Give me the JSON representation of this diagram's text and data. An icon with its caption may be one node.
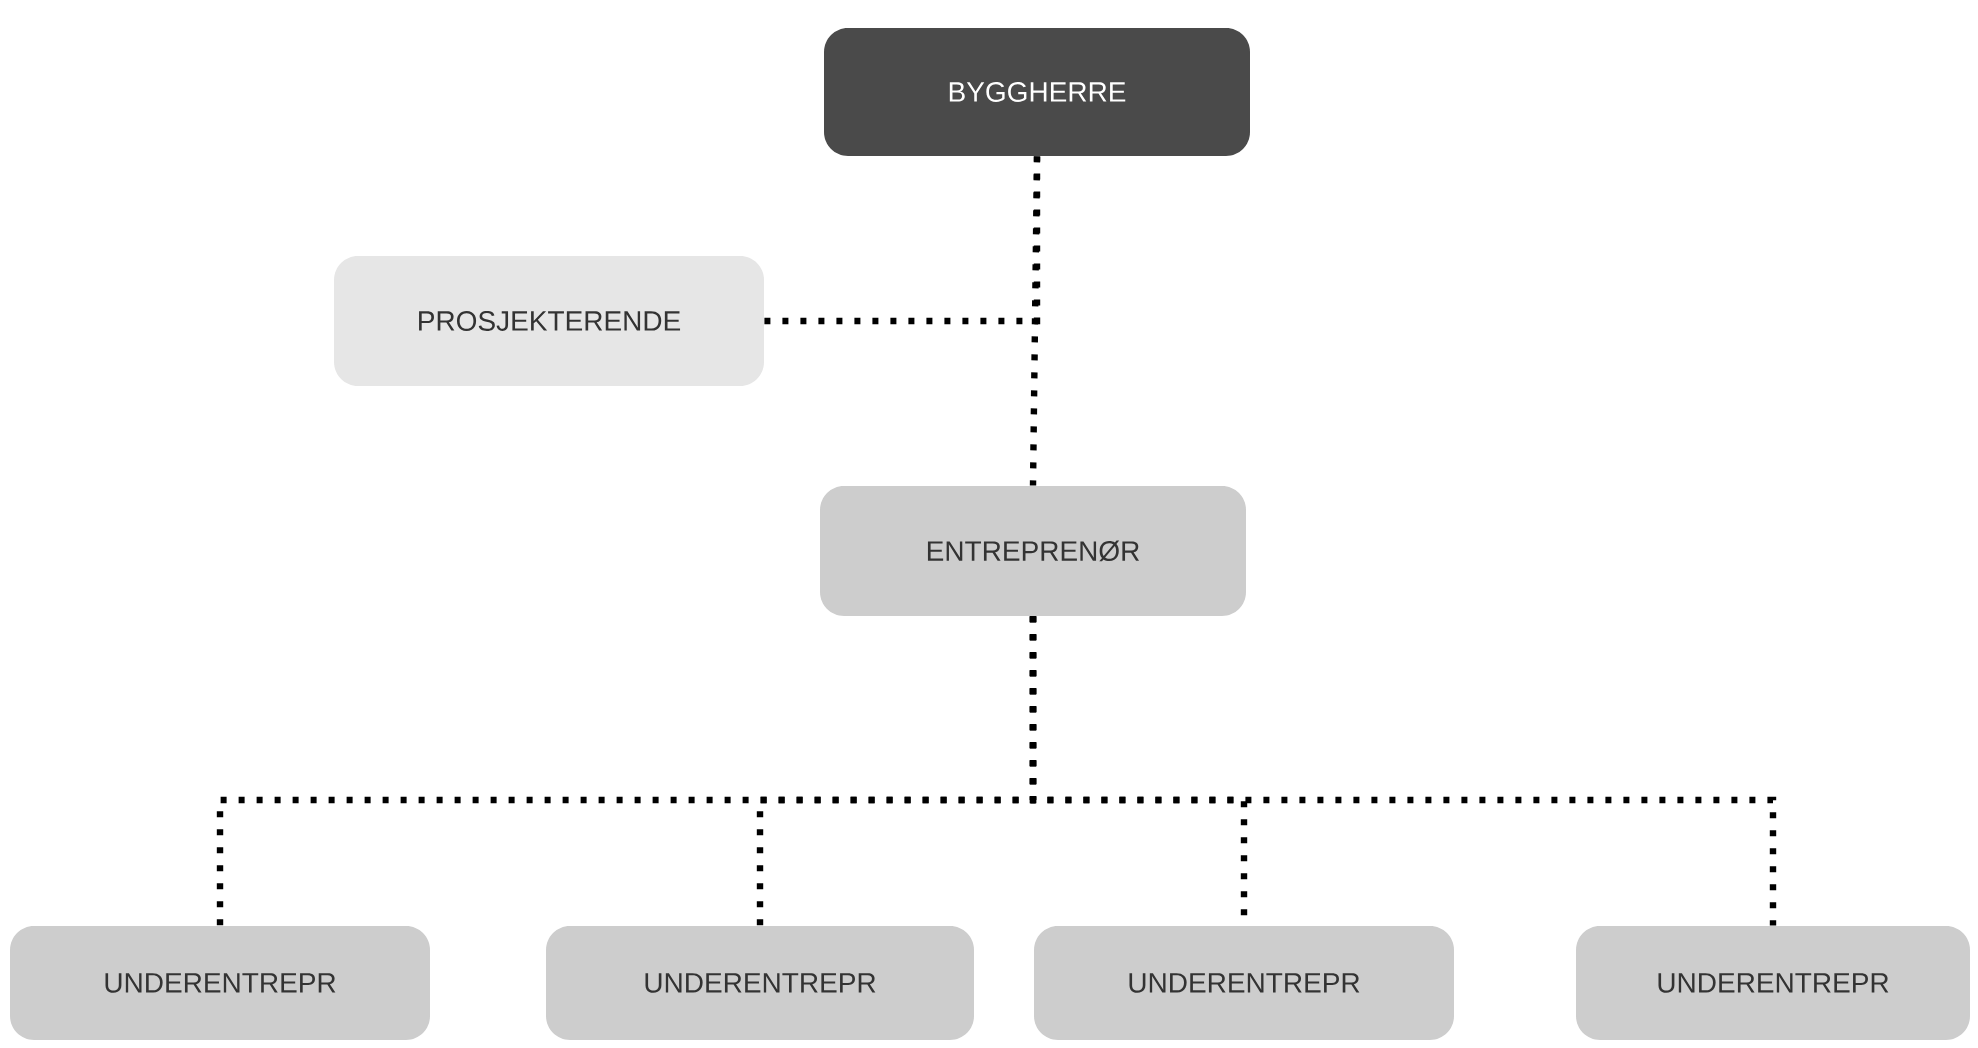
{
  "diagram": {
    "nodes": [
      {
        "text": [
          "BYGGHERRE"
        ]
      },
      {
        "text": [
          "PROSJEKTERENDE"
        ]
      },
      {
        "text": [
          "ENTREPRENØR"
        ]
      },
      {
        "text": [
          "UNDERENTREPR"
        ]
      },
      {
        "text": [
          "UNDERENTREPR"
        ]
      },
      {
        "text": [
          "UNDERENTREPR"
        ]
      },
      {
        "text": [
          "UNDERENTREPR"
        ]
      }
    ],
    "edges": [
      {
        "from": 0,
        "to": 2,
        "arrow": "none"
      },
      {
        "from": 1,
        "to": 0,
        "arrow": "none"
      },
      {
        "from": 2,
        "to": 3,
        "arrow": "none"
      },
      {
        "from": 2,
        "to": 4,
        "arrow": "none"
      },
      {
        "from": 2,
        "to": 5,
        "arrow": "none"
      },
      {
        "from": 2,
        "to": 6,
        "arrow": "none"
      }
    ]
  }
}
